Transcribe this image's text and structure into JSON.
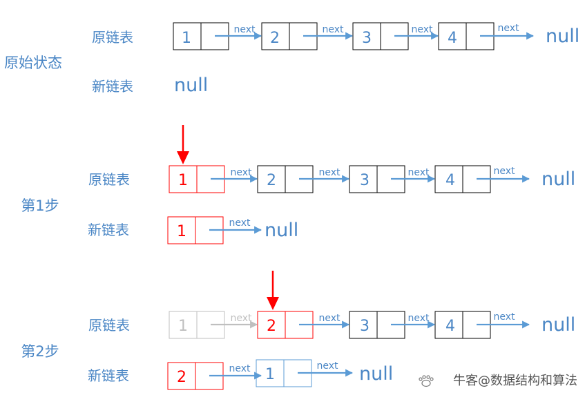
{
  "colors": {
    "label": "#4a86c5",
    "node_value": "#4a86c5",
    "arrow": "#5b9bd5",
    "box_border": "#000000",
    "highlight": "#ff0000",
    "faded": "#bfbfbf",
    "new_node_border": "#5b9bd5",
    "watermark": "#666666"
  },
  "sections": [
    {
      "id": "original",
      "title": "原始状态",
      "rows": [
        {
          "label": "原链表",
          "nodes": [
            {
              "value": "1",
              "style": "normal"
            },
            {
              "value": "2",
              "style": "normal"
            },
            {
              "value": "3",
              "style": "normal"
            },
            {
              "value": "4",
              "style": "normal"
            }
          ],
          "pointer_label": "next",
          "null_label": "null",
          "faded_links": 0
        },
        {
          "label": "新链表",
          "nodes": [],
          "pointer_label": "next",
          "null_label": "null",
          "faded_links": 0
        }
      ]
    },
    {
      "id": "step1",
      "title": "第1步",
      "marker_on_node": 0,
      "rows": [
        {
          "label": "原链表",
          "nodes": [
            {
              "value": "1",
              "style": "red"
            },
            {
              "value": "2",
              "style": "normal"
            },
            {
              "value": "3",
              "style": "normal"
            },
            {
              "value": "4",
              "style": "normal"
            }
          ],
          "pointer_label": "next",
          "null_label": "null",
          "faded_links": 0
        },
        {
          "label": "新链表",
          "nodes": [
            {
              "value": "1",
              "style": "red"
            }
          ],
          "pointer_label": "next",
          "null_label": "null",
          "faded_links": 0
        }
      ]
    },
    {
      "id": "step2",
      "title": "第2步",
      "marker_on_node": 1,
      "rows": [
        {
          "label": "原链表",
          "nodes": [
            {
              "value": "1",
              "style": "faded"
            },
            {
              "value": "2",
              "style": "red"
            },
            {
              "value": "3",
              "style": "normal"
            },
            {
              "value": "4",
              "style": "normal"
            }
          ],
          "pointer_label": "next",
          "null_label": "null",
          "faded_links": 1
        },
        {
          "label": "新链表",
          "nodes": [
            {
              "value": "2",
              "style": "red"
            },
            {
              "value": "1",
              "style": "blue"
            }
          ],
          "pointer_label": "next",
          "null_label": "null",
          "faded_links": 0
        }
      ]
    }
  ],
  "watermark": {
    "text": "牛客@数据结构和算法",
    "icon": "cat-paw-icon"
  }
}
